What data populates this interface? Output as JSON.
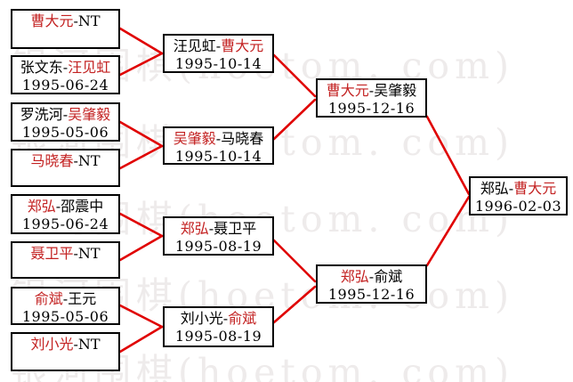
{
  "watermark": {
    "text": "银河围棋(hoetom. com)"
  },
  "labels": {
    "separator": "-"
  },
  "colors": {
    "winner_red": "#c32222",
    "connector_red": "#e00000",
    "box_border": "#000000",
    "watermark_gray": "#eeebeb",
    "background": "#ffffff"
  },
  "rounds": [
    {
      "matches": [
        {
          "p1": "曹大元",
          "p1_class": "red",
          "p2": "NT",
          "p2_class": "blk",
          "date": ""
        },
        {
          "p1": "张文东",
          "p1_class": "blk",
          "p2": "汪见虹",
          "p2_class": "red",
          "date": "1995-06-24"
        },
        {
          "p1": "罗洗河",
          "p1_class": "blk",
          "p2": "吴肇毅",
          "p2_class": "red",
          "date": "1995-05-06"
        },
        {
          "p1": "马晓春",
          "p1_class": "red",
          "p2": "NT",
          "p2_class": "blk",
          "date": ""
        },
        {
          "p1": "郑弘",
          "p1_class": "red",
          "p2": "邵震中",
          "p2_class": "blk",
          "date": "1995-06-24"
        },
        {
          "p1": "聂卫平",
          "p1_class": "red",
          "p2": "NT",
          "p2_class": "blk",
          "date": ""
        },
        {
          "p1": "俞斌",
          "p1_class": "red",
          "p2": "王元",
          "p2_class": "blk",
          "date": "1995-05-06"
        },
        {
          "p1": "刘小光",
          "p1_class": "red",
          "p2": "NT",
          "p2_class": "blk",
          "date": ""
        }
      ]
    },
    {
      "matches": [
        {
          "p1": "汪见虹",
          "p1_class": "blk",
          "p2": "曹大元",
          "p2_class": "red",
          "date": "1995-10-14"
        },
        {
          "p1": "吴肇毅",
          "p1_class": "red",
          "p2": "马晓春",
          "p2_class": "blk",
          "date": "1995-10-14"
        },
        {
          "p1": "郑弘",
          "p1_class": "red",
          "p2": "聂卫平",
          "p2_class": "blk",
          "date": "1995-08-19"
        },
        {
          "p1": "刘小光",
          "p1_class": "blk",
          "p2": "俞斌",
          "p2_class": "red",
          "date": "1995-08-19"
        }
      ]
    },
    {
      "matches": [
        {
          "p1": "曹大元",
          "p1_class": "red",
          "p2": "吴肇毅",
          "p2_class": "blk",
          "date": "1995-12-16"
        },
        {
          "p1": "郑弘",
          "p1_class": "red",
          "p2": "俞斌",
          "p2_class": "blk",
          "date": "1995-12-16"
        }
      ]
    },
    {
      "matches": [
        {
          "p1": "郑弘",
          "p1_class": "blk",
          "p2": "曹大元",
          "p2_class": "red",
          "date": "1996-02-03"
        }
      ]
    }
  ]
}
